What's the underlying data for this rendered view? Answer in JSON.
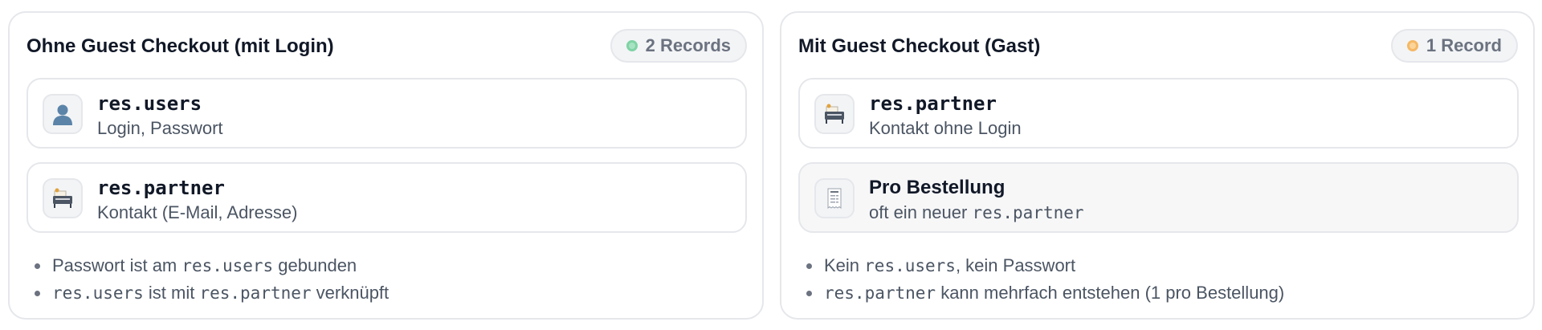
{
  "left": {
    "title": "Ohne Guest Checkout (mit Login)",
    "badge": "2 Records",
    "badge_color": "#7fd3a5",
    "cards": [
      {
        "icon": "user-icon",
        "title": "res.users",
        "subtitle": "Login, Passwort"
      },
      {
        "icon": "card-file-box-icon",
        "title": "res.partner",
        "subtitle": "Kontakt (E-Mail, Adresse)"
      }
    ],
    "notes": [
      {
        "pre": "Passwort ist am ",
        "code": "res.users",
        "post": " gebunden"
      },
      {
        "code1": "res.users",
        "mid": " ist mit ",
        "code2": "res.partner",
        "post": " verknüpft"
      }
    ]
  },
  "right": {
    "title": "Mit Guest Checkout (Gast)",
    "badge": "1 Record",
    "badge_color": "#f5b865",
    "cards": [
      {
        "icon": "card-file-box-icon",
        "title": "res.partner",
        "subtitle": "Kontakt ohne Login"
      },
      {
        "icon": "receipt-icon",
        "title": "Pro Bestellung",
        "subtitle_pre": "oft ein neuer ",
        "subtitle_code": "res.partner"
      }
    ],
    "notes": [
      {
        "pre": "Kein ",
        "code": "res.users",
        "post": ", kein Passwort"
      },
      {
        "code": "res.partner",
        "post": " kann mehrfach entstehen (1 pro Bestellung)"
      }
    ]
  }
}
